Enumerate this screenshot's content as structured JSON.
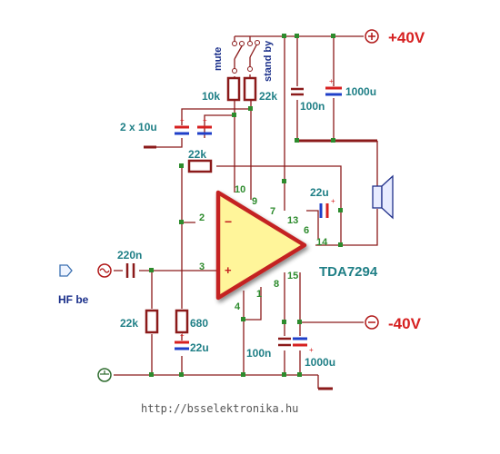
{
  "supply": {
    "pos": "+40V",
    "neg": "-40V"
  },
  "switches": {
    "mute": "mute",
    "standby": "stand by"
  },
  "chip": {
    "name": "TDA7294"
  },
  "pins": [
    "10",
    "9",
    "7",
    "2",
    "3",
    "1",
    "4",
    "8",
    "15",
    "13",
    "6",
    "14"
  ],
  "components": {
    "r_10k": "10k",
    "r_22k_top": "22k",
    "r_22k_fb": "22k",
    "r_22k_in": "22k",
    "r_680": "680",
    "c_100n_top": "100n",
    "c_1000u_top": "1000u",
    "c_2x10u": "2 x 10u",
    "c_22u_boot": "22u",
    "c_220n": "220n",
    "c_22u_bottom": "22u",
    "c_100n_bottom": "100n",
    "c_1000u_bottom": "1000u"
  },
  "input": {
    "label": "HF be"
  },
  "footer": {
    "url": "http://bsselektronika.hu"
  },
  "colors": {
    "wire": "#8b1a1a",
    "label_teal": "#1f7f86",
    "label_red": "#d62020",
    "pin_green": "#2d8b2d",
    "label_navy": "#1a2f8a",
    "chip_fill": "#fff59a",
    "chip_border": "#c42020"
  }
}
